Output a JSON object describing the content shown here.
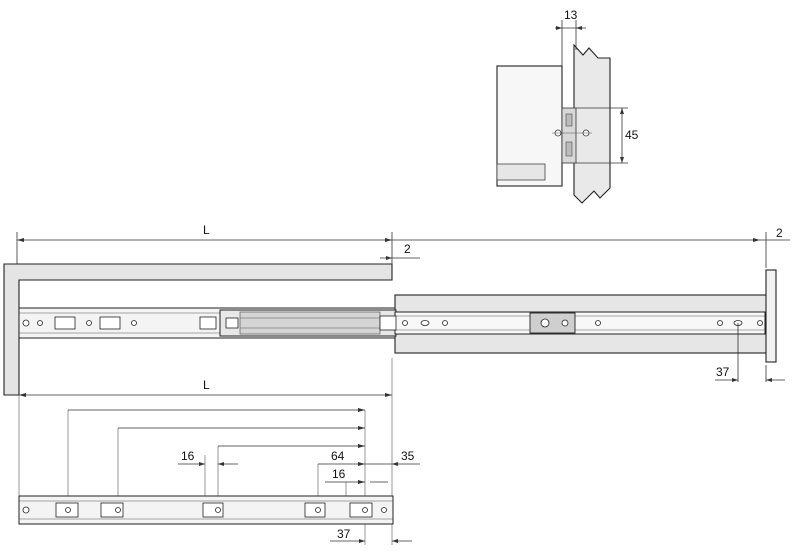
{
  "dimensions": {
    "side_gap": "13",
    "mount_height": "45",
    "slide_length_top": "L",
    "front_gap": "2",
    "rear_gap": "2",
    "rear_offset_extended": "37",
    "slide_length_bottom": "L",
    "offset_35": "35",
    "spacing_16_left": "16",
    "spacing_64": "64",
    "spacing_16_right": "16",
    "bottom_offset_37": "37"
  },
  "colors": {
    "cabinet_fill": "#e4e4e4",
    "rail_fill": "#f2f2f2",
    "line": "#333333"
  }
}
